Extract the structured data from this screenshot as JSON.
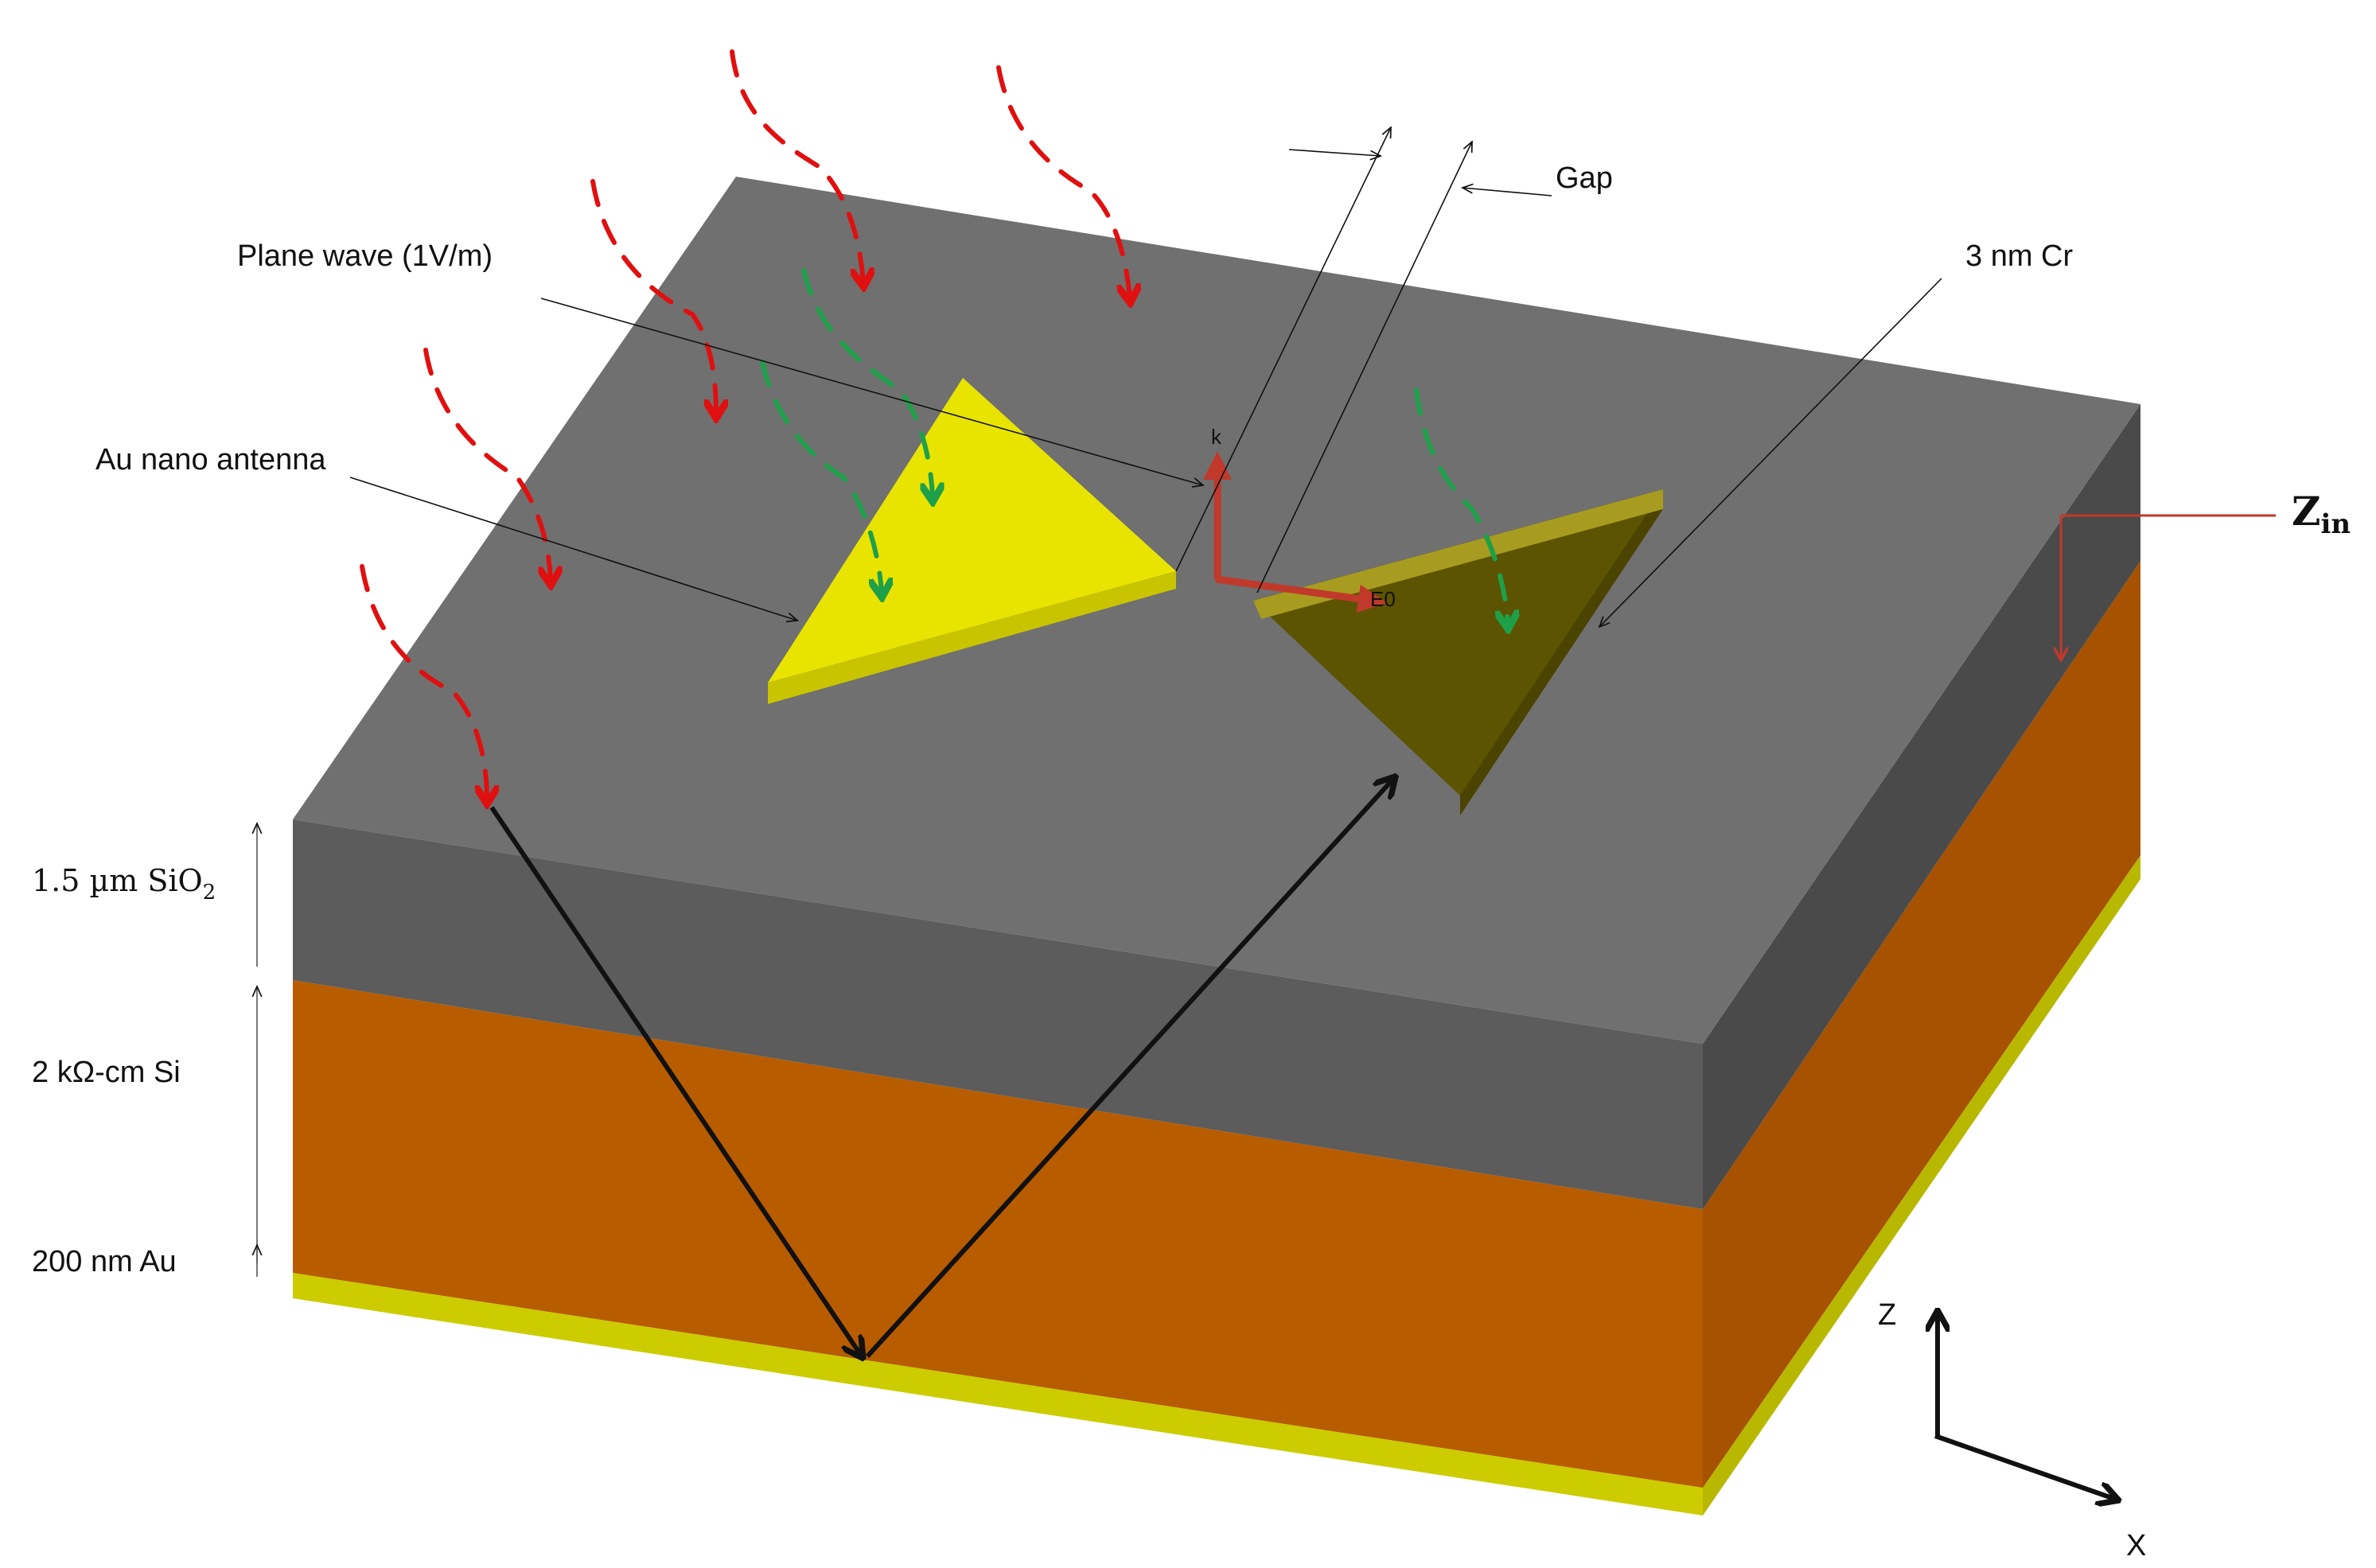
{
  "colors": {
    "sio2_top": "#707070",
    "sio2_front": "#5c5c5c",
    "sio2_side": "#4a4a4a",
    "si_front": "#b85c00",
    "si_side": "#a65200",
    "au": "#cccc00",
    "antenna_au": "#e8e400",
    "antenna_cr": "#5c5400",
    "incident_wave": "#e01010",
    "transmitted_wave": "#1ea04a",
    "field_vector": "#c0392b"
  },
  "labels": {
    "plane_wave": "Plane wave (1V/m)",
    "gap": "Gap",
    "cr_layer": "3 nm Cr",
    "au_antenna": "Au nano antenna",
    "zin": "Z",
    "zin_sub": "in",
    "k": "k",
    "e0": "E0",
    "sio2": "1.5 µm SiO",
    "sio2_sub": "2",
    "si": "2 kΩ-cm Si",
    "au_layer": "200 nm Au",
    "axis_z": "Z",
    "axis_x": "X"
  }
}
